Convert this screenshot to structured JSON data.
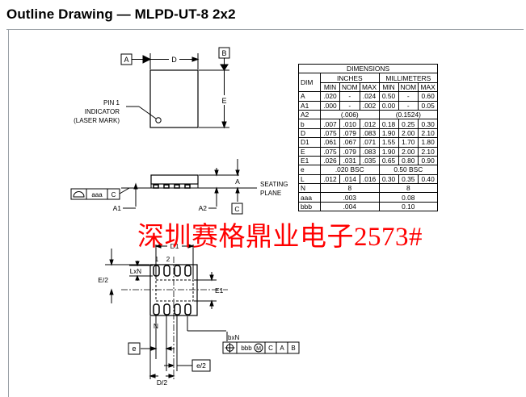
{
  "title": "Outline Drawing — MLPD-UT-8 2x2",
  "top_view": {
    "datum_a": "A",
    "datum_b": "B",
    "dim_d": "D",
    "dim_e": "E",
    "pin1_line1": "PIN 1",
    "pin1_line2": "INDICATOR",
    "pin1_line3": "(LASER MARK)"
  },
  "side_view": {
    "fcf_value": "aaa",
    "fcf_datum": "C",
    "label_a1": "A1",
    "label_a2": "A2",
    "label_a": "A",
    "datum_c": "C",
    "seating_line1": "SEATING",
    "seating_line2": "PLANE"
  },
  "bottom_view": {
    "label_d1": "D1",
    "pin_1": "1",
    "pin_2": "2",
    "label_lxn": "LxN",
    "label_e_half": "E/2",
    "label_e1": "E1",
    "label_n": "N",
    "label_e": "e",
    "label_e_pitch_half": "e/2",
    "label_d_half": "D/2",
    "label_bxn": "bxN",
    "fcf_value": "bbb",
    "fcf_modifier": "M",
    "fcf_datum_1": "C",
    "fcf_datum_2": "A",
    "fcf_datum_3": "B"
  },
  "table": {
    "title": "DIMENSIONS",
    "dim_header": "DIM",
    "inches_header": "INCHES",
    "mm_header": "MILLIMETERS",
    "sub_headers": [
      "MIN",
      "NOM",
      "MAX",
      "MIN",
      "NOM",
      "MAX"
    ],
    "rows": [
      {
        "dim": "A",
        "in": [
          ".020",
          "-",
          ".024"
        ],
        "mm": [
          "0.50",
          "-",
          "0.60"
        ]
      },
      {
        "dim": "A1",
        "in": [
          ".000",
          "-",
          ".002"
        ],
        "mm": [
          "0.00",
          "-",
          "0.05"
        ]
      },
      {
        "dim": "A2",
        "in_span": "(.006)",
        "mm_span": "(0.1524)"
      },
      {
        "dim": "b",
        "in": [
          ".007",
          ".010",
          ".012"
        ],
        "mm": [
          "0.18",
          "0.25",
          "0.30"
        ]
      },
      {
        "dim": "D",
        "in": [
          ".075",
          ".079",
          ".083"
        ],
        "mm": [
          "1.90",
          "2.00",
          "2.10"
        ]
      },
      {
        "dim": "D1",
        "in": [
          ".061",
          ".067",
          ".071"
        ],
        "mm": [
          "1.55",
          "1.70",
          "1.80"
        ]
      },
      {
        "dim": "E",
        "in": [
          ".075",
          ".079",
          ".083"
        ],
        "mm": [
          "1.90",
          "2.00",
          "2.10"
        ]
      },
      {
        "dim": "E1",
        "in": [
          ".026",
          ".031",
          ".035"
        ],
        "mm": [
          "0.65",
          "0.80",
          "0.90"
        ]
      },
      {
        "dim": "e",
        "in_span": ".020 BSC",
        "mm_span": "0.50 BSC"
      },
      {
        "dim": "L",
        "in": [
          ".012",
          ".014",
          ".016"
        ],
        "mm": [
          "0.30",
          "0.35",
          "0.40"
        ]
      },
      {
        "dim": "N",
        "in_span": "8",
        "mm_span": "8"
      },
      {
        "dim": "aaa",
        "in_span": ".003",
        "mm_span": "0.08"
      },
      {
        "dim": "bbb",
        "in_span": ".004",
        "mm_span": "0.10"
      }
    ]
  },
  "watermark": "深圳赛格鼎业电子2573#"
}
